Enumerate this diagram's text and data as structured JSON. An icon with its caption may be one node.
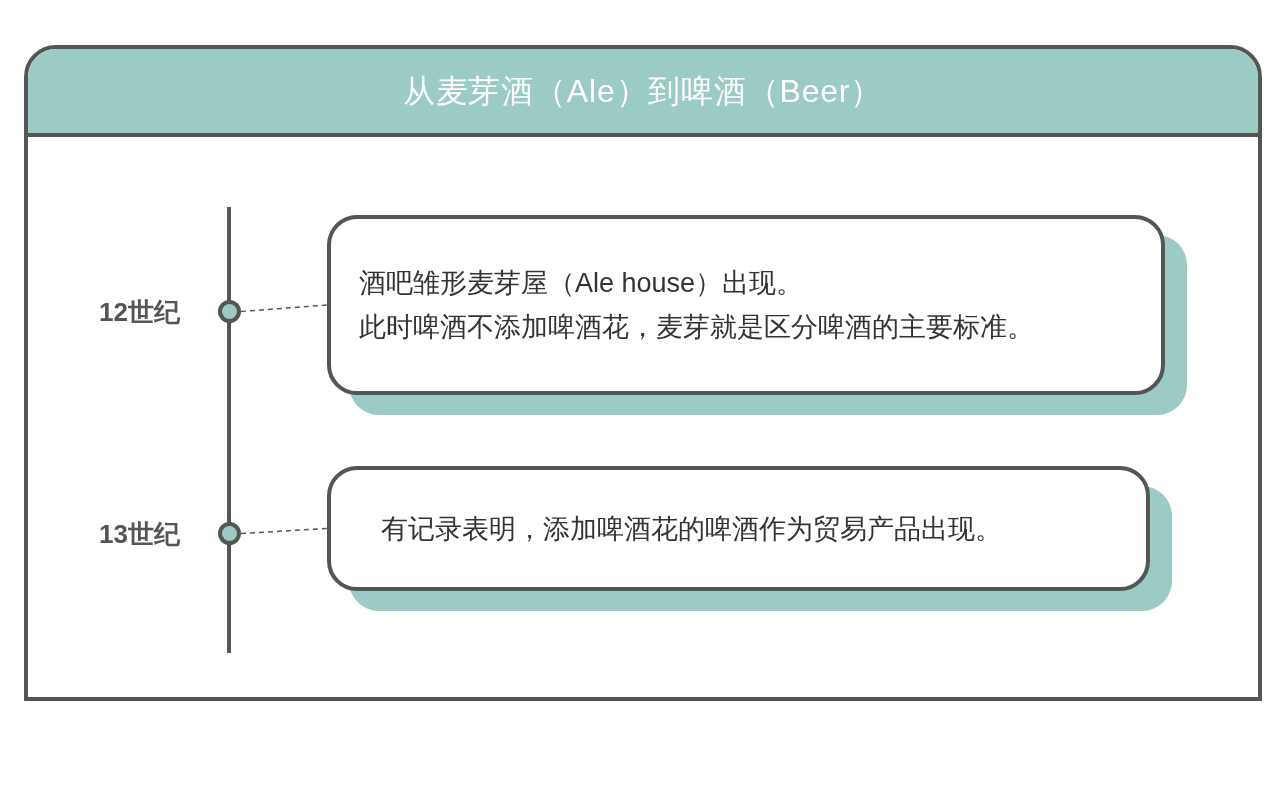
{
  "diagram": {
    "title": "从麦芽酒（Ale）到啤酒（Beer）",
    "nodes": [
      {
        "text": [],
        "shape": "circle",
        "beside": [
          "12世纪"
        ]
      },
      {
        "text": [
          "酒吧雏形麦芽屋（Ale house）出现。",
          "此时啤酒不添加啤酒花，麦芽就是区分啤酒的主要标准。"
        ]
      },
      {
        "text": [],
        "shape": "circle",
        "beside": [
          "13世纪"
        ]
      },
      {
        "text": [
          "有记录表明，添加啤酒花的啤酒作为贸易产品出现。"
        ]
      }
    ],
    "edges": [
      {
        "from": 0,
        "to": 1,
        "arrow": "none",
        "style": "dashed"
      },
      {
        "from": 2,
        "to": 3,
        "arrow": "none",
        "style": "dashed"
      }
    ]
  }
}
